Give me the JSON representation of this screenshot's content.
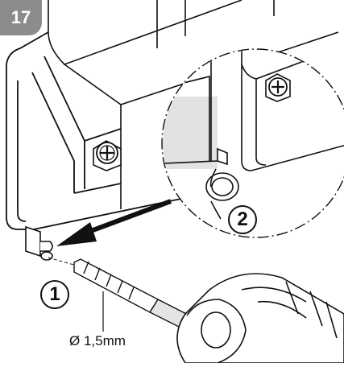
{
  "step": {
    "number": "17"
  },
  "callouts": {
    "first": "1",
    "second": "2"
  },
  "labels": {
    "drill_diameter": "Ø 1,5mm"
  },
  "colors": {
    "badge": "#8c8c8c",
    "line": "#111111",
    "shade": "#d9d9d9",
    "background": "#ffffff"
  },
  "icons": {
    "screw": "phillips-screw-icon",
    "arrow": "arrow-icon",
    "drill": "drill-icon"
  }
}
